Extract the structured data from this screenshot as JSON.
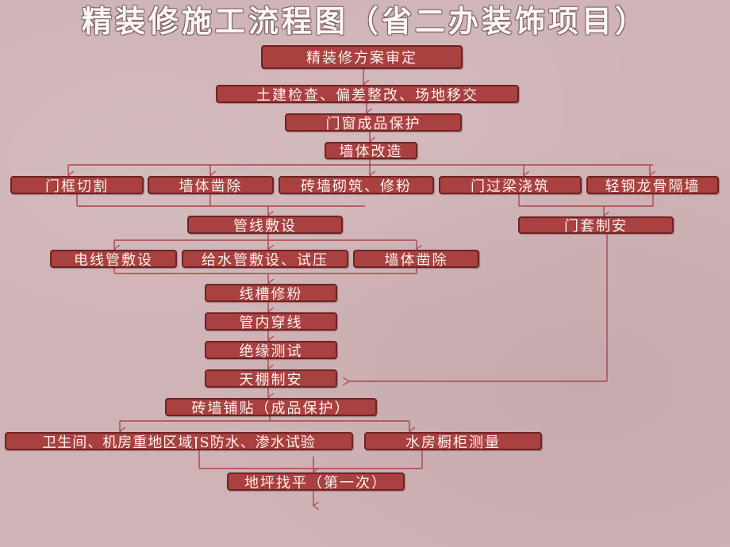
{
  "title": "精装修施工流程图（省二办装饰项目）",
  "colors": {
    "box_fill": "#a8413f",
    "box_border": "#6e2326",
    "connector": "#a8474a",
    "background": "#cfb3b6",
    "text": "#fbf1ef"
  },
  "steps": {
    "plan_review": "精装修方案审定",
    "civil_check": "土建检查、偏差整改、场地移交",
    "window_protect": "门窗成品保护",
    "wall_modify": "墙体改造",
    "door_frame_cut": "门框切割",
    "wall_chisel": "墙体凿除",
    "brick_wall": "砖墙砌筑、修粉",
    "door_lintel": "门过梁浇筑",
    "light_steel": "轻钢龙骨隔墙",
    "pipeline": "管线敷设",
    "door_casing": "门套制安",
    "conduit": "电线管敷设",
    "water_pipe": "给水管敷设、试压",
    "wall_chisel_2": "墙体凿除",
    "groove_patch": "线槽修粉",
    "wire_thread": "管内穿线",
    "insulation_test": "绝缘测试",
    "ceiling": "天棚制安",
    "tiling": "砖墙铺贴（成品保护）",
    "waterproof": "卫生间、机房重地区域JS防水、渗水试验",
    "cabinet_measure": "水房橱柜测量",
    "floor_level": "地坪找平（第一次）"
  }
}
